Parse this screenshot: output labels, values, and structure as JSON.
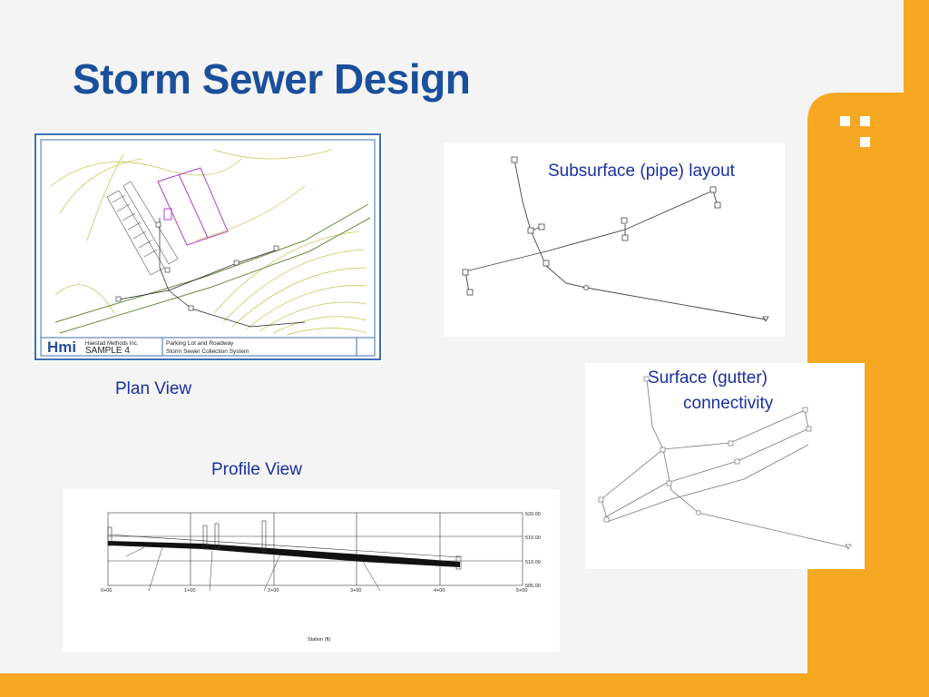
{
  "slide": {
    "title": "Storm Sewer Design"
  },
  "captions": {
    "plan_view": "Plan View",
    "profile_view": "Profile View",
    "subsurface": "Subsurface (pipe) layout",
    "surface_line1": "Surface (gutter)",
    "surface_line2": "connectivity"
  },
  "plan": {
    "company": "Haestad Methods Inc.",
    "sample": "SAMPLE 4",
    "project_line1": "Parking Lot and Roadway",
    "project_line2": "Storm Sewer Collection System"
  },
  "profile": {
    "x_ticks": [
      "0+00",
      "1+00",
      "2+00",
      "3+00",
      "4+00",
      "5+00"
    ],
    "y_ticks": [
      "520.00",
      "515.00",
      "510.00",
      "505.00"
    ],
    "x_label": "Station (ft)"
  },
  "colors": {
    "title": "#1a4f9c",
    "caption": "#1a2fa0",
    "orange": "#f7a823",
    "plan_border": "#3f6fb5",
    "contour": "#c8c65a",
    "building": "#b040c8"
  }
}
